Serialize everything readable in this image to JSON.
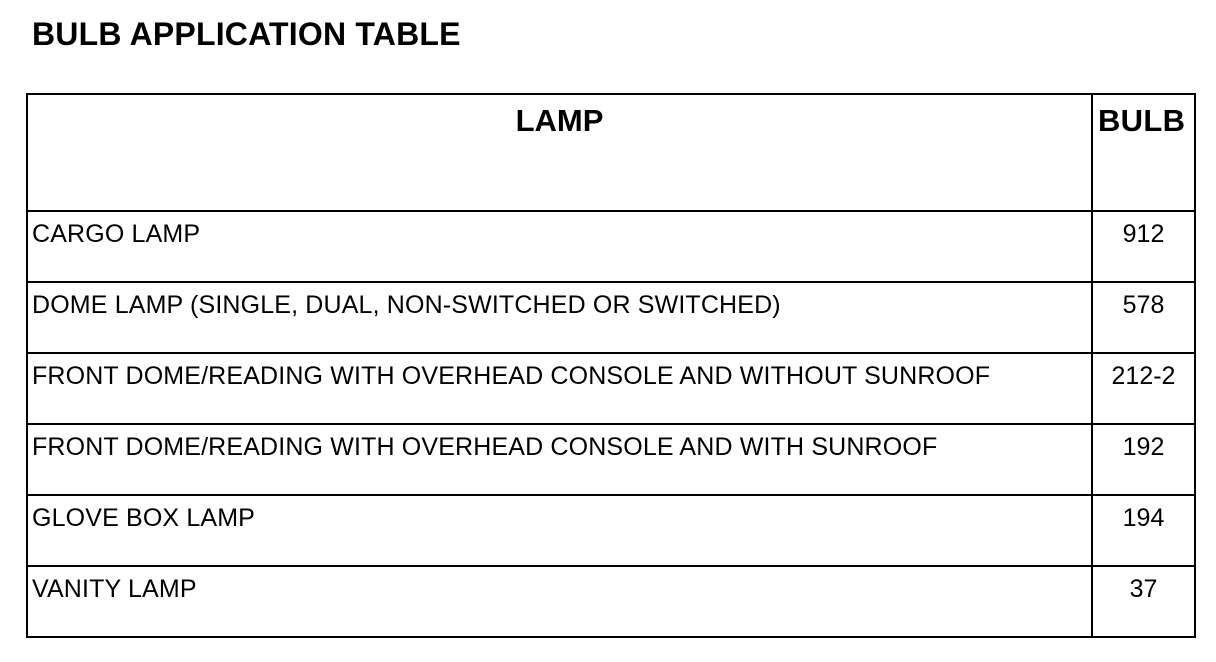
{
  "title": "BULB APPLICATION TABLE",
  "table": {
    "headers": {
      "lamp": "LAMP",
      "bulb": "BULB"
    },
    "rows": [
      {
        "lamp": "CARGO LAMP",
        "bulb": "912"
      },
      {
        "lamp": "DOME LAMP (SINGLE, DUAL, NON-SWITCHED OR SWITCHED)",
        "bulb": "578"
      },
      {
        "lamp": "FRONT DOME/READING WITH OVERHEAD CONSOLE AND WITHOUT SUNROOF",
        "bulb": "212-2"
      },
      {
        "lamp": "FRONT DOME/READING WITH OVERHEAD CONSOLE AND WITH SUNROOF",
        "bulb": "192"
      },
      {
        "lamp": "GLOVE BOX LAMP",
        "bulb": "194"
      },
      {
        "lamp": "VANITY LAMP",
        "bulb": "37"
      }
    ]
  }
}
